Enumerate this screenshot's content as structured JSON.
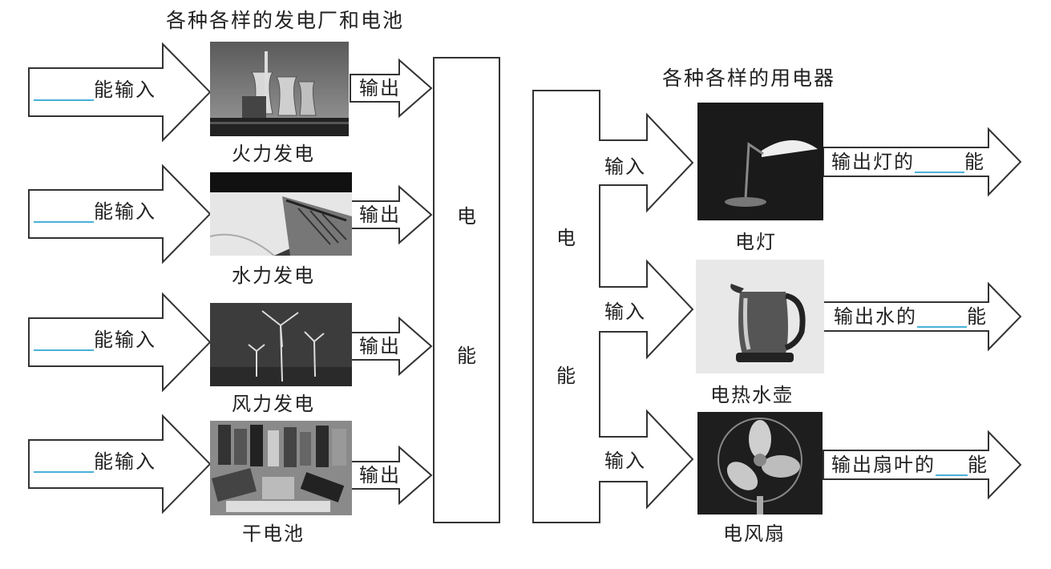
{
  "left_title": "各种各样的发电厂和电池",
  "right_title": "各种各样的用电器",
  "sources": [
    {
      "name": "火力发电",
      "input_label": "能输入",
      "output_label": "输出"
    },
    {
      "name": "水力发电",
      "input_label": "能输入",
      "output_label": "输出"
    },
    {
      "name": "风力发电",
      "input_label": "能输入",
      "output_label": "输出"
    },
    {
      "name": "干电池",
      "input_label": "能输入",
      "output_label": "输出"
    }
  ],
  "center_box": {
    "char1": "电",
    "char2": "能"
  },
  "bracket": {
    "char1": "电",
    "char2": "能"
  },
  "appliances": [
    {
      "name": "电灯",
      "input_label": "输入",
      "output_prefix": "输出灯的",
      "output_suffix": "能"
    },
    {
      "name": "电热水壶",
      "input_label": "输入",
      "output_prefix": "输出水的",
      "output_suffix": "能"
    },
    {
      "name": "电风扇",
      "input_label": "输入",
      "output_prefix": "输出扇叶的",
      "output_suffix": "能"
    }
  ]
}
